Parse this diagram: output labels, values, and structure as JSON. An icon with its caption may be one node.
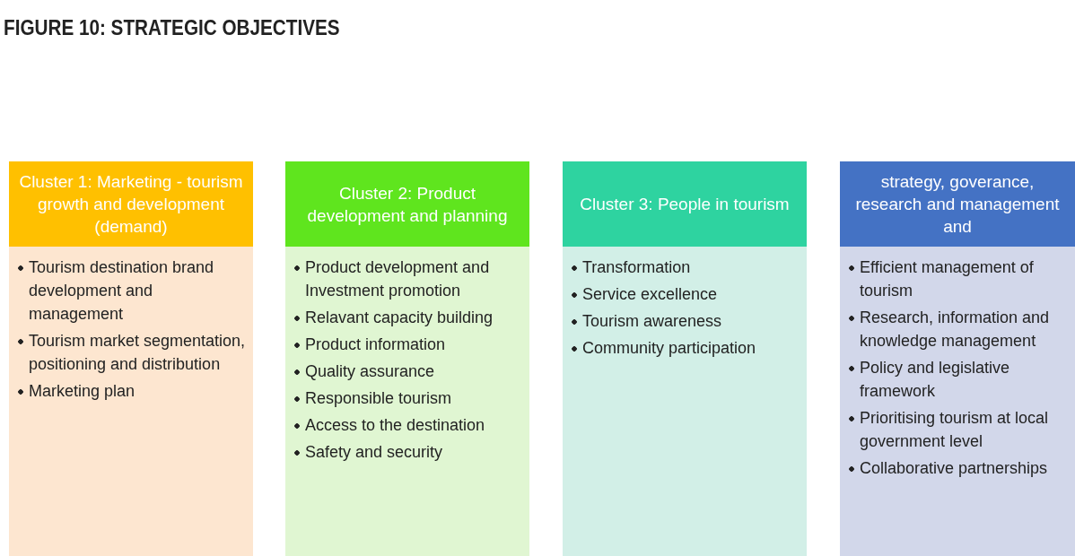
{
  "diagram": {
    "title": "FIGURE 10: STRATEGIC OBJECTIVES",
    "nodes": [
      {
        "text": [
          "Cluster 1: Marketing - tourism growth and development (demand)"
        ]
      },
      {
        "text": [
          "Tourism destination brand development and management",
          "Tourism market segmentation, positioning and distribution",
          "Marketing plan"
        ]
      },
      {
        "text": [
          "Cluster 2: Product development and planning"
        ]
      },
      {
        "text": [
          "Product development and Investment promotion",
          "Relavant capacity building",
          "Product information",
          "Quality assurance",
          "Responsible tourism",
          "Access to the destination",
          "Safety and security"
        ]
      },
      {
        "text": [
          "Cluster 3: People in tourism"
        ]
      },
      {
        "text": [
          "Transformation",
          "Service excellence",
          "Tourism awareness",
          "Community participation"
        ]
      },
      {
        "text": [
          "strategy, goverance, research and management and"
        ]
      },
      {
        "text": [
          "Efficient management of tourism",
          "Research, information and knowledge management",
          "Policy and legislative framework",
          "Prioritising tourism at local government level",
          "Collaborative partnerships"
        ]
      }
    ],
    "edges": []
  }
}
